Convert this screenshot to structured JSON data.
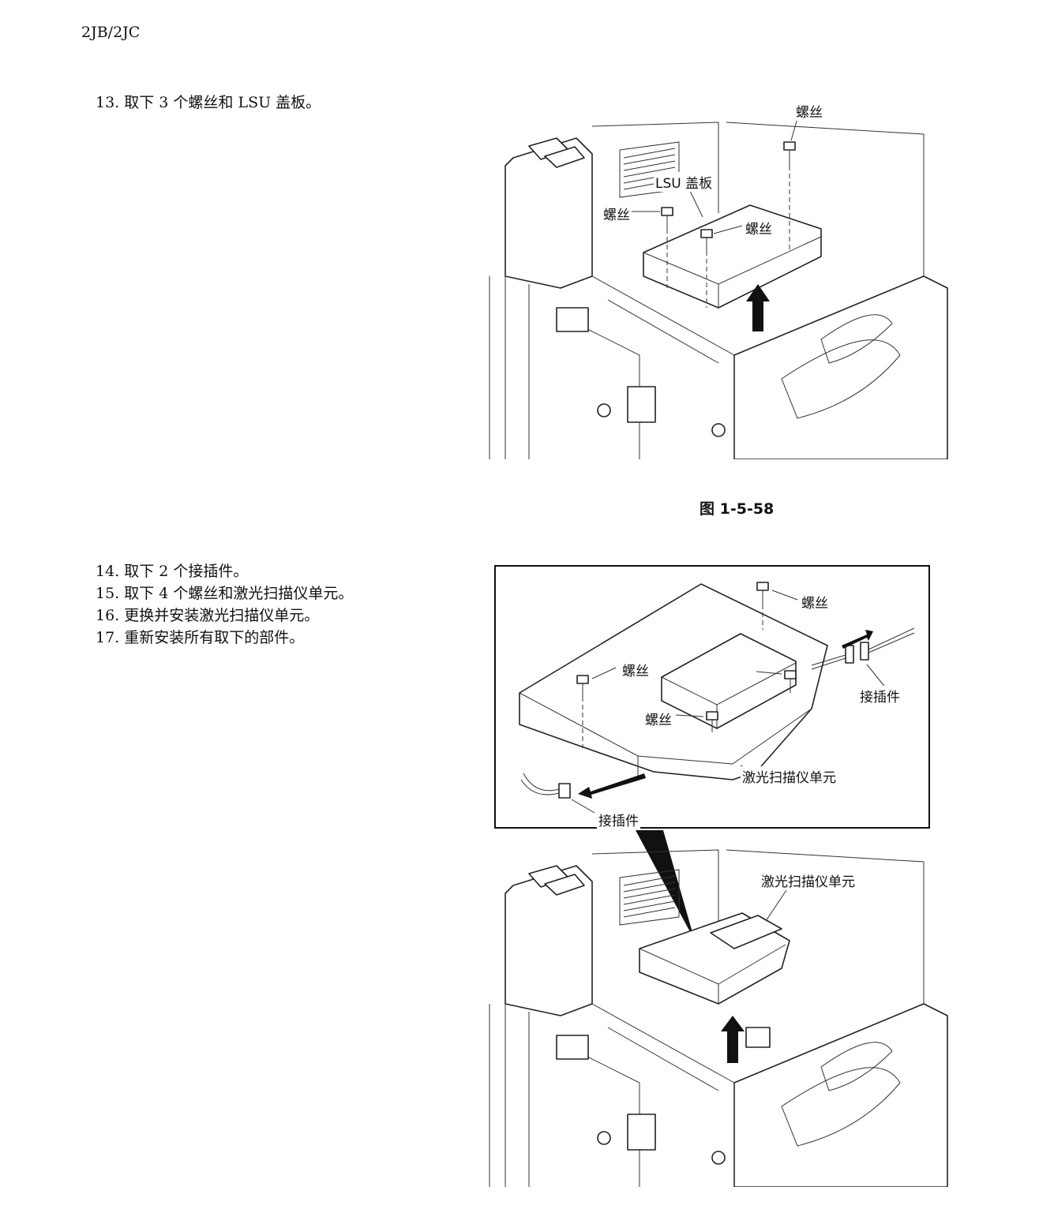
{
  "header": {
    "doc_id": "2JB/2JC"
  },
  "steps": [
    "13. 取下 3 个螺丝和 LSU 盖板。",
    "14. 取下 2 个接插件。",
    "15. 取下 4 个螺丝和激光扫描仪单元。",
    "16. 更换并安装激光扫描仪单元。",
    "17. 重新安装所有取下的部件。"
  ],
  "figure1": {
    "caption": "图 1-5-58",
    "labels": {
      "screw_top": "螺丝",
      "lsu_cover": "LSU 盖板",
      "screw_left": "螺丝",
      "screw_right": "螺丝"
    }
  },
  "figure2": {
    "inset_labels": {
      "screw_top": "螺丝",
      "screw_left": "螺丝",
      "screw_mid": "螺丝",
      "connector_right": "接插件",
      "connector_bottom": "接插件",
      "laser_unit": "激光扫描仪单元"
    },
    "main_label": "激光扫描仪单元"
  }
}
